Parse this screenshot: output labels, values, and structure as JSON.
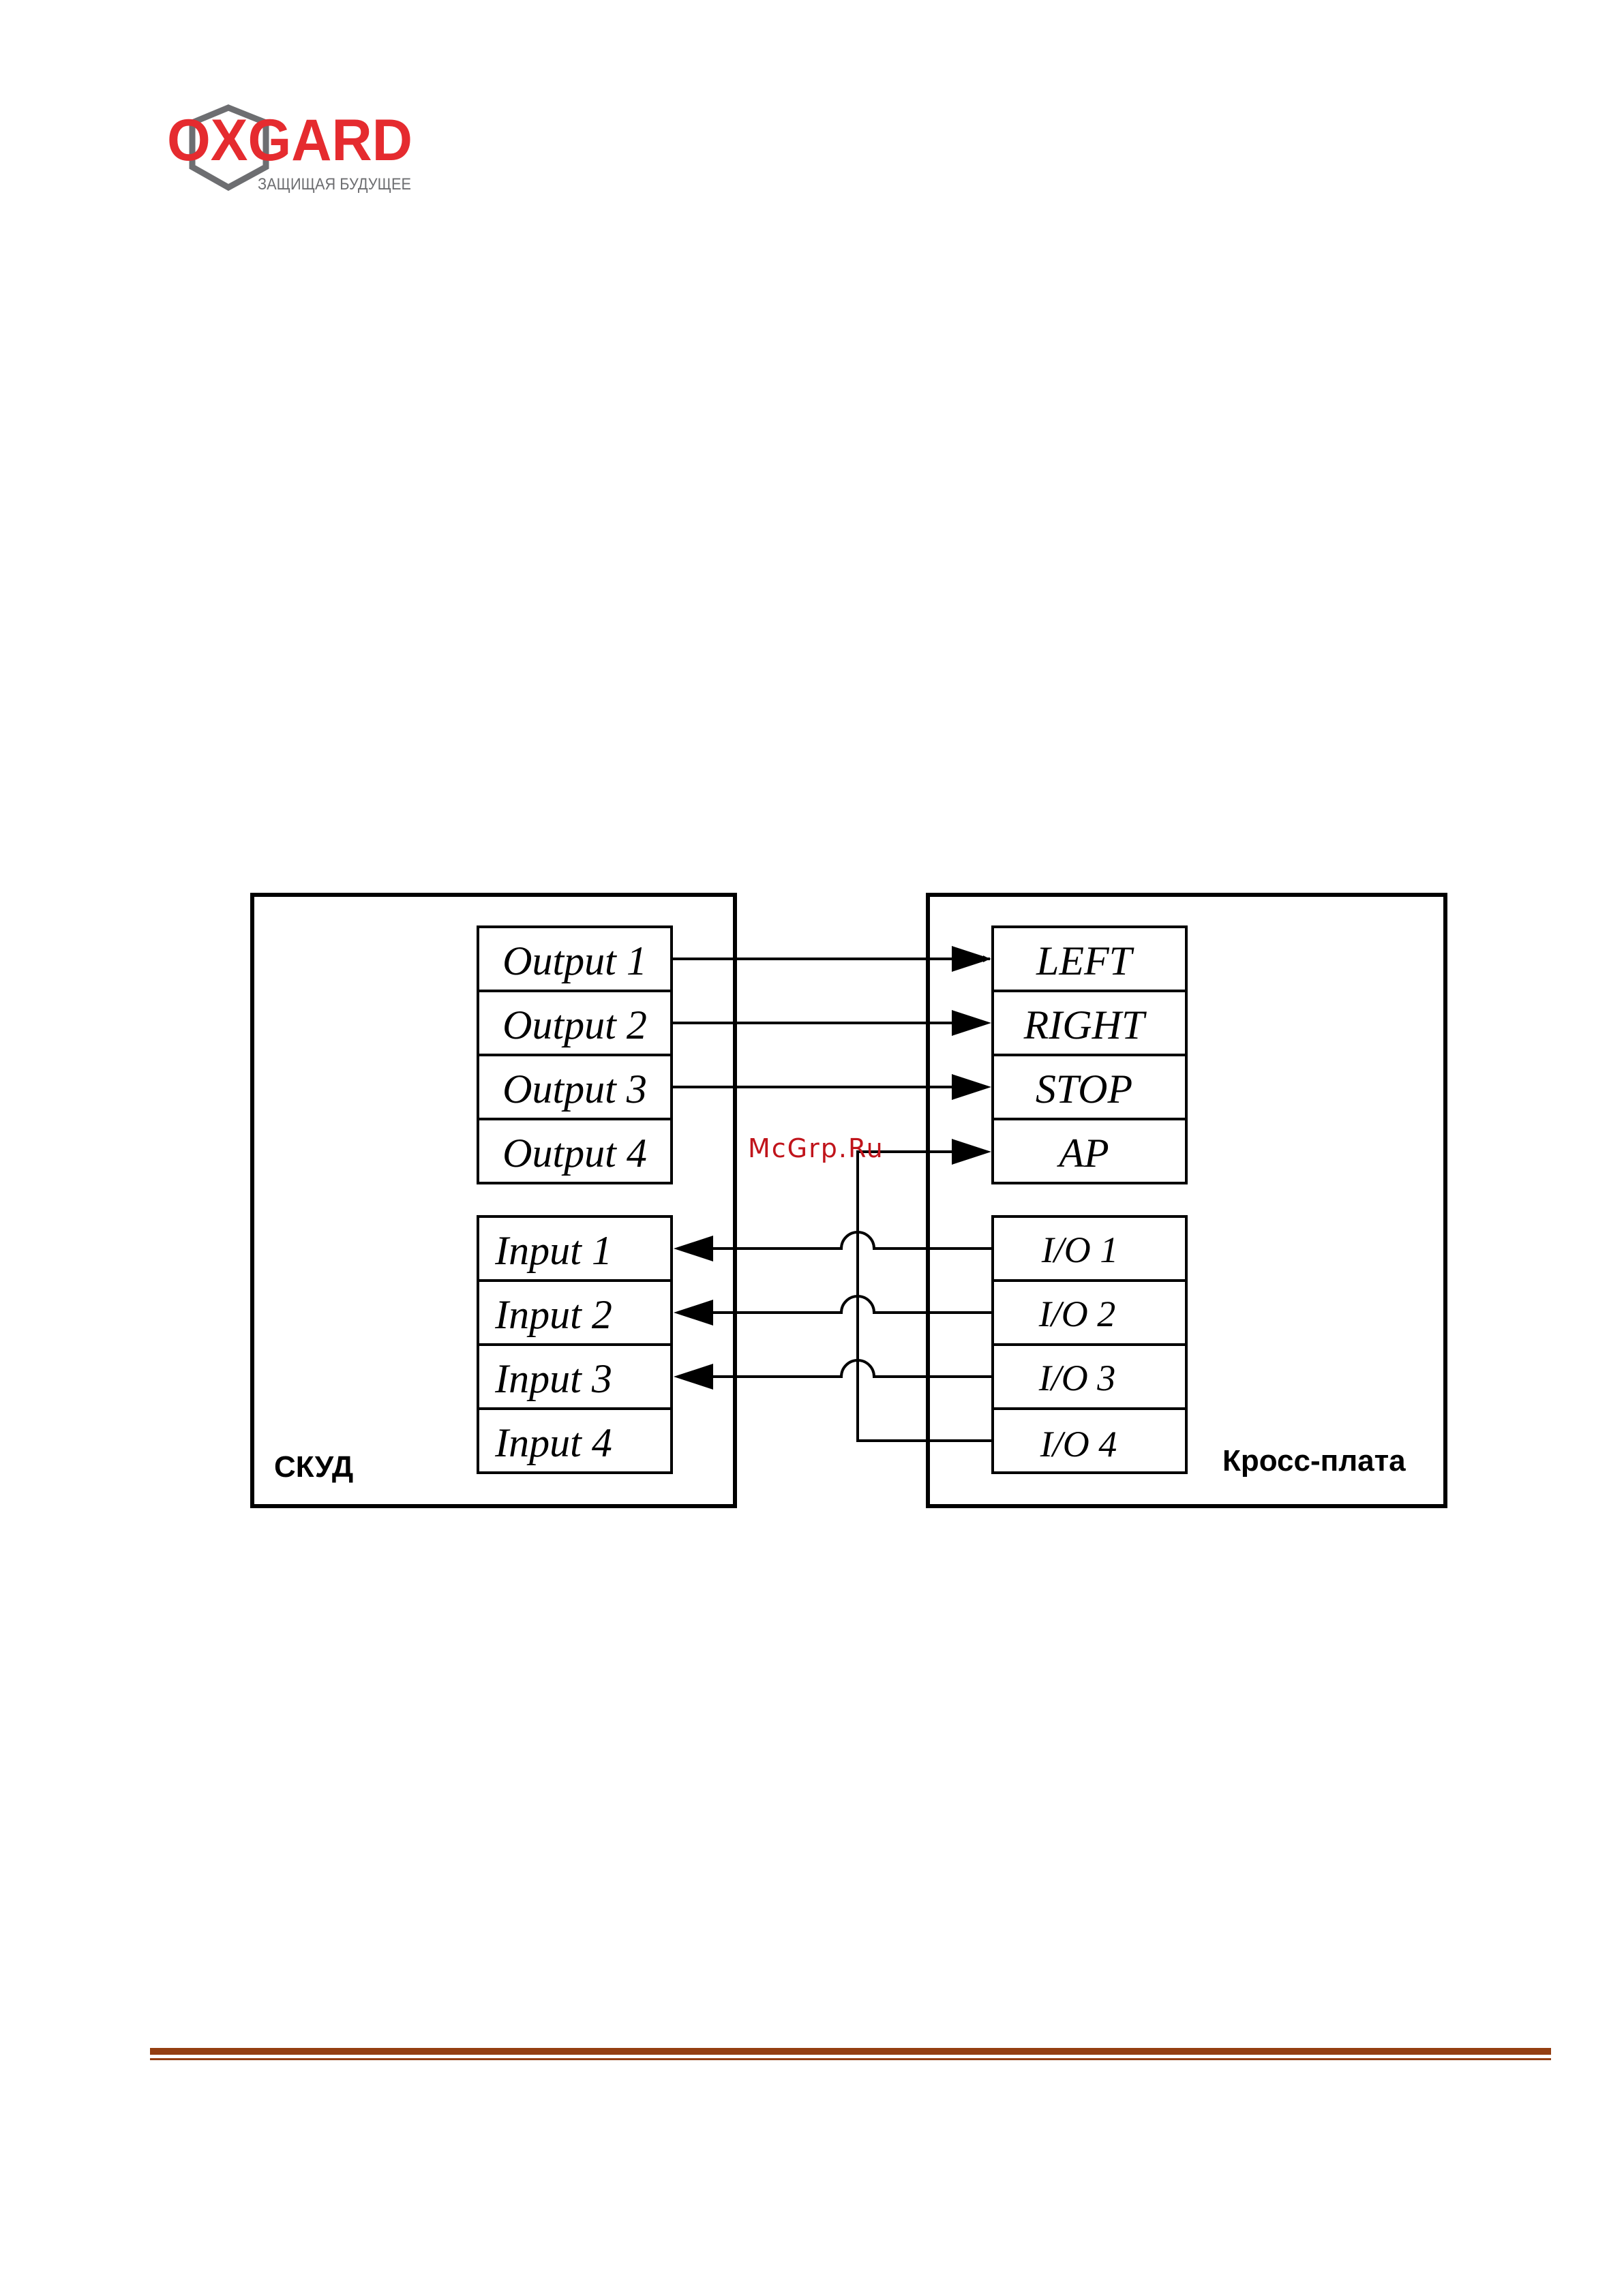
{
  "logo": {
    "brand": "OXGARD",
    "tagline": "ЗАЩИЩАЯ БУДУЩЕЕ",
    "brand_color": "#e52b2f",
    "gray_color": "#6d6e71"
  },
  "diagram": {
    "left_block": {
      "title": "СКУД",
      "outputs": [
        "Output 1",
        "Output 2",
        "Output 3",
        "Output 4"
      ],
      "inputs": [
        "Input 1",
        "Input 2",
        "Input 3",
        "Input 4"
      ]
    },
    "right_block": {
      "title": "Кросс-плата",
      "controls": [
        "LEFT",
        "RIGHT",
        "STOP",
        "AP"
      ],
      "io": [
        "I/O 1",
        "I/O 2",
        "I/O 3",
        "I/O 4"
      ]
    }
  },
  "watermark": "McGrp.Ru",
  "footer": {
    "line_color": "#943f12"
  }
}
